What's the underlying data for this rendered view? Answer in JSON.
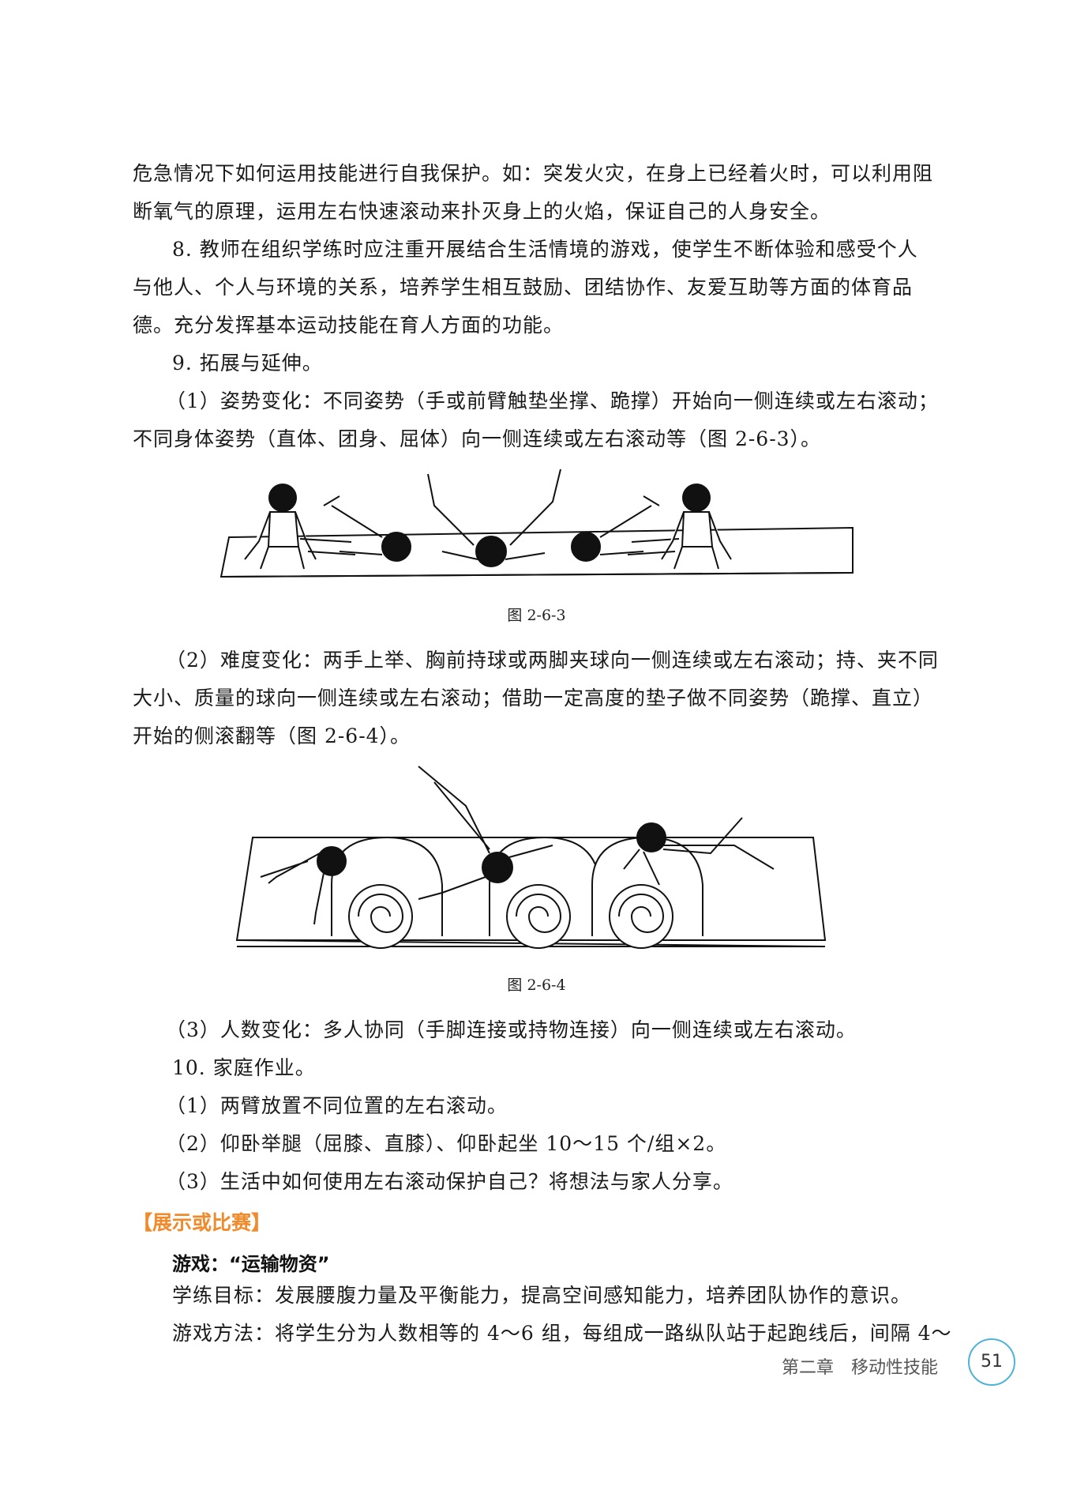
{
  "paragraphs": {
    "l1": "危急情况下如何运用技能进行自我保护。如：突发火灾，在身上已经着火时，可以利用阻",
    "l2": "断氧气的原理，运用左右快速滚动来扑灭身上的火焰，保证自己的人身安全。",
    "l3": "8. 教师在组织学练时应注重开展结合生活情境的游戏，使学生不断体验和感受个人",
    "l4": "与他人、个人与环境的关系，培养学生相互鼓励、团结协作、友爱互助等方面的体育品",
    "l5": "德。充分发挥基本运动技能在育人方面的功能。",
    "l6": "9. 拓展与延伸。",
    "l7": "（1）姿势变化：不同姿势（手或前臂触垫坐撑、跪撑）开始向一侧连续或左右滚动；",
    "l8": "不同身体姿势（直体、团身、屈体）向一侧连续或左右滚动等（图 2-6-3）。",
    "l9": "（2）难度变化：两手上举、胸前持球或两脚夹球向一侧连续或左右滚动；持、夹不同",
    "l10": "大小、质量的球向一侧连续或左右滚动；借助一定高度的垫子做不同姿势（跪撑、直立）",
    "l11": "开始的侧滚翻等（图 2-6-4）。",
    "l12": "（3）人数变化：多人协同（手脚连接或持物连接）向一侧连续或左右滚动。",
    "l13": "10. 家庭作业。",
    "l14": "（1）两臂放置不同位置的左右滚动。",
    "l15": "（2）仰卧举腿（屈膝、直膝）、仰卧起坐 10～15 个/组×2。",
    "l16": "（3）生活中如何使用左右滚动保护自己？将想法与家人分享。",
    "l17": "学练目标：发展腰腹力量及平衡能力，提高空间感知能力，培养团队协作的意识。",
    "l18": "游戏方法：将学生分为人数相等的 4～6 组，每组成一路纵队站于起跑线后，间隔 4～"
  },
  "figures": {
    "fig1_caption": "图 2-6-3",
    "fig2_caption": "图 2-6-4"
  },
  "headings": {
    "section": "【展示或比赛】",
    "game": "游戏：“运输物资”"
  },
  "footer": {
    "chapter": "第二章　移动性技能",
    "page_number": "51"
  },
  "colors": {
    "section_heading": "#f08a2a",
    "page_circle": "#4fb3d9"
  }
}
